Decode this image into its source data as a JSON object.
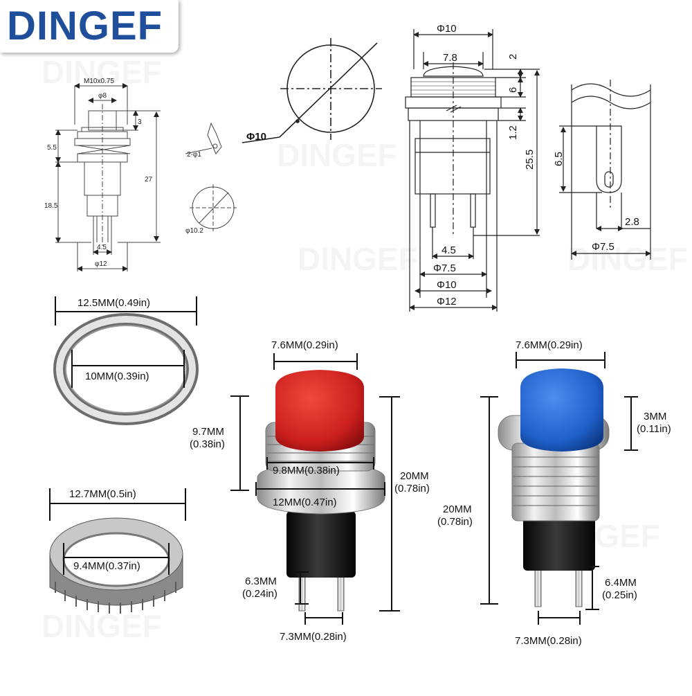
{
  "brand": {
    "logo": "DINGEF",
    "watermark": "DINGEF",
    "brand_color": "#1f4f9a"
  },
  "drawing_small": {
    "thread": "M10x0.75",
    "phi8": "φ8",
    "d3": "3",
    "d5_5": "5.5",
    "d18_5": "18.5",
    "d27": "27",
    "d4_5": "4.5",
    "phi12": "φ12",
    "hole": "2-φ1",
    "panel_hole": "φ10.2"
  },
  "drawing_circle": {
    "label": "Φ10"
  },
  "drawing_front": {
    "phi10_top": "Φ10",
    "d7_8": "7.8",
    "d2": "2",
    "d6": "6",
    "d1_2": "1.2",
    "d25_5": "25.5",
    "d4_5": "4.5",
    "phi7_5": "Φ7.5",
    "phi10": "Φ10",
    "phi12": "Φ12"
  },
  "drawing_side": {
    "d6_5": "6.5",
    "d2_8": "2.8",
    "phi7_5": "Φ7.5"
  },
  "washer": {
    "outer": "12.5MM(0.49in)",
    "inner": "10MM(0.39in)"
  },
  "nut": {
    "outer": "12.7MM(0.5in)",
    "inner": "9.4MM(0.37in)"
  },
  "red_switch": {
    "cap_color": "#cc1f1f",
    "cap_width": "7.6MM(0.29in)",
    "height_mm": "9.7MM",
    "height_in": "(0.38in)",
    "thread_width": "9.8MM(0.38in)",
    "flange_width": "12MM(0.47in)",
    "total_mm": "20MM",
    "total_in": "(0.78in)",
    "pin_mm": "6.3MM",
    "pin_in": "(0.24in)",
    "pin_spacing": "7.3MM(0.28in)"
  },
  "blue_switch": {
    "cap_color": "#1f5fc8",
    "cap_width": "7.6MM(0.29in)",
    "cap_mm": "3MM",
    "cap_in": "(0.11in)",
    "total_mm": "20MM",
    "total_in": "(0.78in)",
    "pin_mm": "6.4MM",
    "pin_in": "(0.25in)",
    "pin_spacing": "7.3MM(0.28in)"
  }
}
